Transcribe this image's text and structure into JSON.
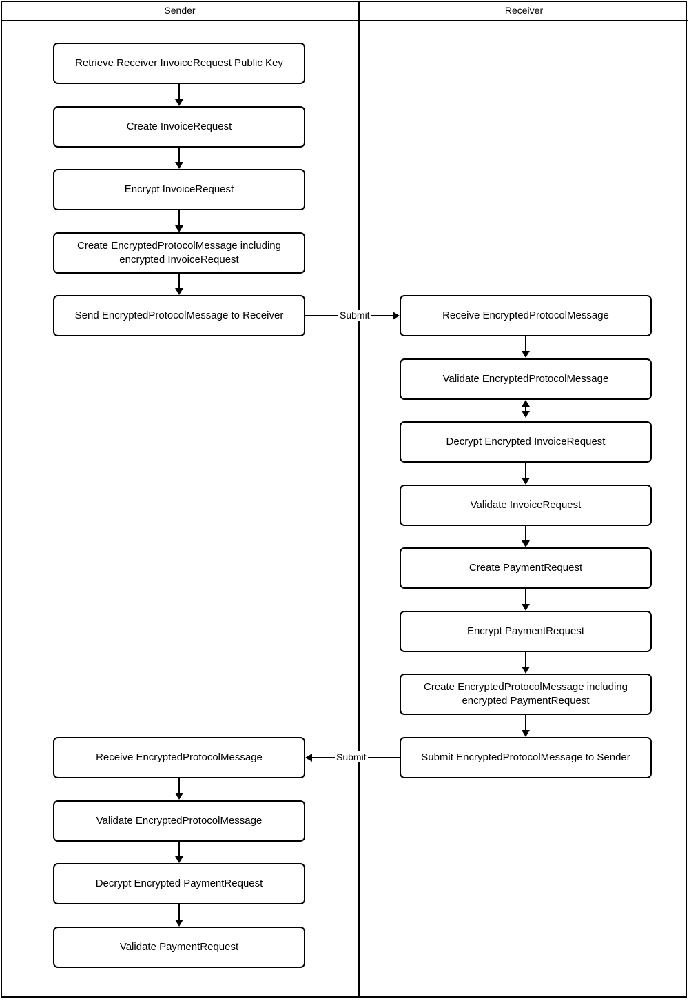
{
  "diagram": {
    "type": "swimlane-flowchart",
    "lanes": [
      {
        "id": "sender",
        "title": "Sender"
      },
      {
        "id": "receiver",
        "title": "Receiver"
      }
    ],
    "nodes": {
      "s1": {
        "lane": "sender",
        "text": "Retrieve Receiver InvoiceRequest Public Key"
      },
      "s2": {
        "lane": "sender",
        "text": "Create InvoiceRequest"
      },
      "s3": {
        "lane": "sender",
        "text": "Encrypt InvoiceRequest"
      },
      "s4": {
        "lane": "sender",
        "line1": "Create EncryptedProtocolMessage including",
        "line2": "encrypted InvoiceRequest"
      },
      "s5": {
        "lane": "sender",
        "text": "Send EncryptedProtocolMessage to Receiver"
      },
      "s6": {
        "lane": "sender",
        "text": "Receive EncryptedProtocolMessage"
      },
      "s7": {
        "lane": "sender",
        "text": "Validate EncryptedProtocolMessage"
      },
      "s8": {
        "lane": "sender",
        "text": "Decrypt Encrypted PaymentRequest"
      },
      "s9": {
        "lane": "sender",
        "text": "Validate PaymentRequest"
      },
      "r1": {
        "lane": "receiver",
        "text": "Receive EncryptedProtocolMessage"
      },
      "r2": {
        "lane": "receiver",
        "text": "Validate EncryptedProtocolMessage"
      },
      "r3": {
        "lane": "receiver",
        "text": "Decrypt Encrypted InvoiceRequest"
      },
      "r4": {
        "lane": "receiver",
        "text": "Validate InvoiceRequest"
      },
      "r5": {
        "lane": "receiver",
        "text": "Create PaymentRequest"
      },
      "r6": {
        "lane": "receiver",
        "text": "Encrypt PaymentRequest"
      },
      "r7": {
        "lane": "receiver",
        "line1": "Create EncryptedProtocolMessage including",
        "line2": "encrypted PaymentRequest"
      },
      "r8": {
        "lane": "receiver",
        "text": "Submit EncryptedProtocolMessage to Sender"
      }
    },
    "edge_labels": {
      "submit_to_receiver": "Submit",
      "submit_to_sender": "Submit"
    },
    "colors": {
      "stroke": "#000000",
      "fill": "#ffffff",
      "text": "#000000"
    }
  }
}
